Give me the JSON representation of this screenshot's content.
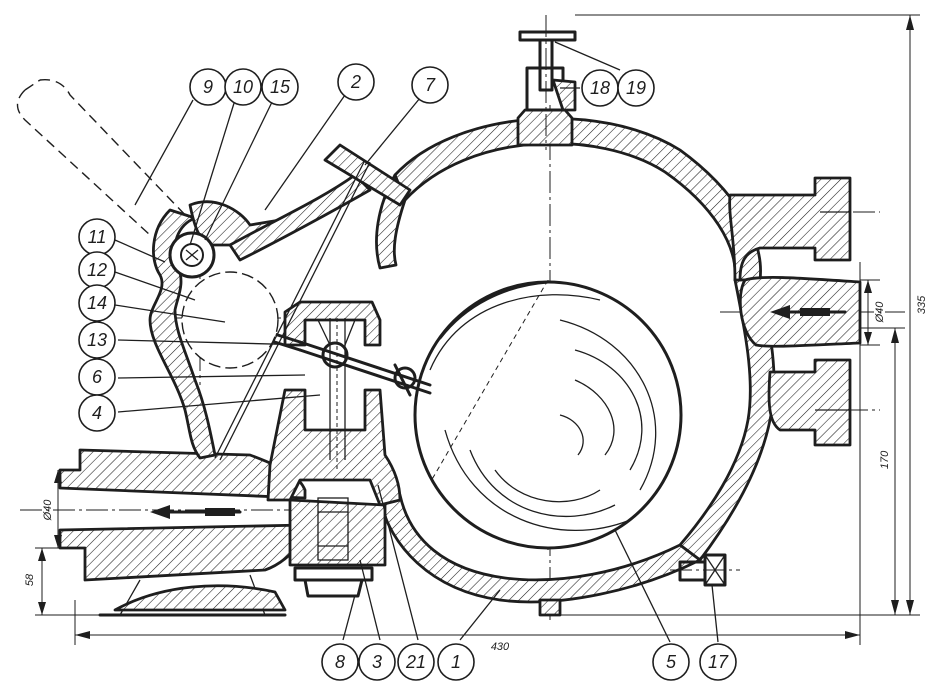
{
  "callouts": [
    {
      "id": "c9",
      "label": "9"
    },
    {
      "id": "c10",
      "label": "10"
    },
    {
      "id": "c15",
      "label": "15"
    },
    {
      "id": "c2",
      "label": "2"
    },
    {
      "id": "c7",
      "label": "7"
    },
    {
      "id": "c18",
      "label": "18"
    },
    {
      "id": "c19",
      "label": "19"
    },
    {
      "id": "c11",
      "label": "11"
    },
    {
      "id": "c12",
      "label": "12"
    },
    {
      "id": "c14",
      "label": "14"
    },
    {
      "id": "c13",
      "label": "13"
    },
    {
      "id": "c6",
      "label": "6"
    },
    {
      "id": "c4",
      "label": "4"
    },
    {
      "id": "c8",
      "label": "8"
    },
    {
      "id": "c3",
      "label": "3"
    },
    {
      "id": "c21",
      "label": "21"
    },
    {
      "id": "c1",
      "label": "1"
    },
    {
      "id": "c5",
      "label": "5"
    },
    {
      "id": "c17",
      "label": "17"
    }
  ],
  "dimensions": {
    "overall_width": "430",
    "overall_height": "335",
    "inlet_height": "170",
    "outlet_height": "58",
    "inlet_diameter": "Ø40",
    "outlet_diameter": "Ø40"
  },
  "colors": {
    "ink": "#1e1e1e",
    "paper": "#ffffff"
  }
}
